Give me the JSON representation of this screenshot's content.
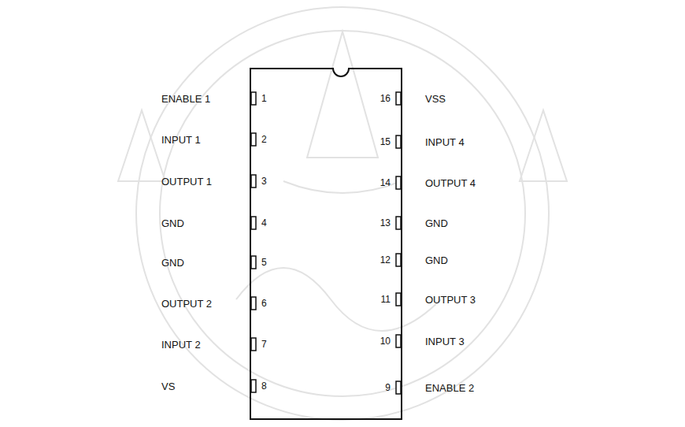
{
  "diagram": {
    "labels": [
      "ENABLE 1",
      "1",
      "16",
      "VSS",
      "INPUT 1",
      "2",
      "15",
      "INPUT 4",
      "OUTPUT 1",
      "3",
      "14",
      "OUTPUT 4",
      "GND",
      "4",
      "13",
      "GND",
      "GND",
      "5",
      "12",
      "GND",
      "OUTPUT 2",
      "6",
      "11",
      "OUTPUT 3",
      "INPUT 2",
      "7",
      "10",
      "INPUT 3",
      "VS",
      "8",
      "9",
      "ENABLE 2"
    ]
  }
}
